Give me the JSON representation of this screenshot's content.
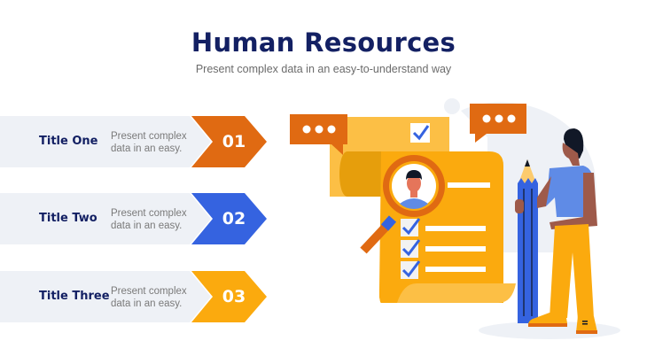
{
  "header": {
    "title": "Human Resources",
    "subtitle": "Present complex data in an easy-to-understand way"
  },
  "items": [
    {
      "title": "Title One",
      "description": "Present complex data in an easy.",
      "desc_line1": "Present complex",
      "desc_line2": "data in an easy.",
      "number": "01",
      "color": "#E06A12"
    },
    {
      "title": "Title Two",
      "description": "Present complex data in an easy.",
      "desc_line1": "Present complex",
      "desc_line2": "data in an easy.",
      "number": "02",
      "color": "#3563E0"
    },
    {
      "title": "Title Three",
      "description": "Present complex data in an easy.",
      "desc_line1": "Present complex",
      "desc_line2": "data in an easy.",
      "number": "03",
      "color": "#FBAA0E"
    }
  ],
  "colors": {
    "band": "#EEF1F6",
    "title": "#132063",
    "orange": "#E06A12",
    "blue": "#3563E0",
    "yellow": "#FBAA0E",
    "light_yellow": "#FCBF45"
  },
  "illustration": {
    "description": "Resume document with magnifying glass, checklist, speech bubbles and a person holding a giant pencil",
    "icons": [
      "speech-bubble-icon",
      "resume-document-icon",
      "magnifying-glass-icon",
      "checkbox-icon",
      "pencil-icon",
      "person-figure"
    ]
  }
}
